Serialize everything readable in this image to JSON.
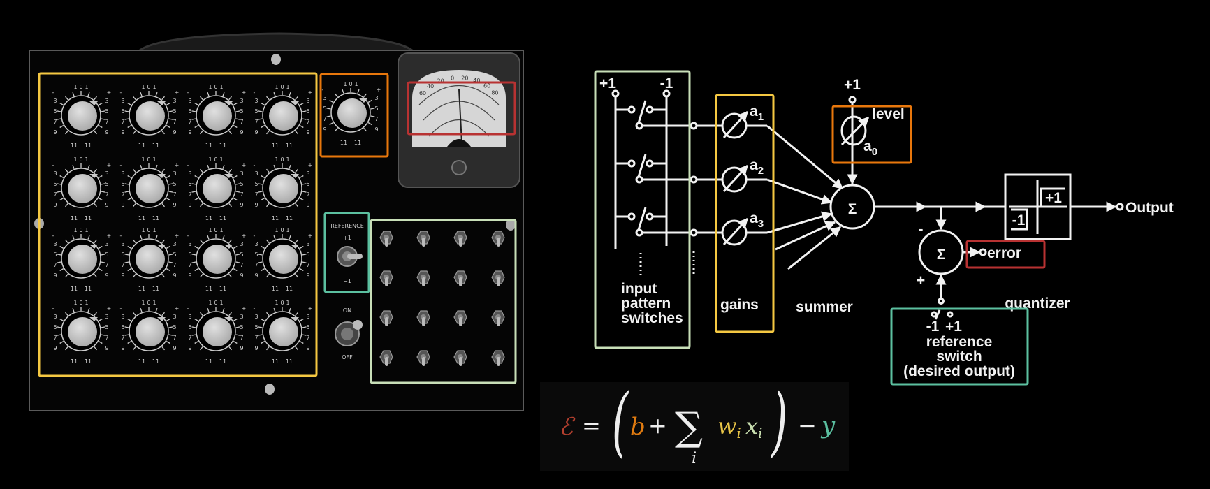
{
  "colors": {
    "weights_box": "#f5c842",
    "bias_box": "#e8770c",
    "error_box": "#b83232",
    "reference_box": "#5cc0a0",
    "inputs_box": "#c8dfb8"
  },
  "photo": {
    "reference_label": "REFERENCE",
    "ref_plus": "+1",
    "ref_minus": "−1",
    "on_label": "ON",
    "off_label": "OFF",
    "meter_scale": [
      "60",
      "40",
      "20",
      "0",
      "20",
      "40",
      "60",
      "80"
    ],
    "dial_labels": {
      "top": [
        "1",
        "0",
        "1"
      ],
      "sides": [
        "3",
        "5",
        "7",
        "9"
      ],
      "bottom": [
        "11",
        "11"
      ],
      "minus": "-",
      "plus": "+"
    }
  },
  "diagram": {
    "plus_one": "+1",
    "minus_one": "-1",
    "gains": [
      {
        "a": "a",
        "sub": "1"
      },
      {
        "a": "a",
        "sub": "2"
      },
      {
        "a": "a",
        "sub": "3"
      }
    ],
    "bias_input": "+1",
    "level": "level",
    "bias_gain": {
      "a": "a",
      "sub": "0"
    },
    "sigma": "Σ",
    "minus_sign": "-",
    "plus_sign": "+",
    "quantizer_plus": "+1",
    "quantizer_minus": "-1",
    "output": "Output",
    "error": "error",
    "summer": "summer",
    "quantizer": "quantizer",
    "input_label": [
      "input",
      "pattern",
      "switches"
    ],
    "gains_label": "gains",
    "ref_switch_minus": "-1",
    "ref_switch_plus": "+1",
    "reference_label": [
      "reference",
      "switch",
      "(desired output)"
    ]
  },
  "equation": {
    "error": "ℰ",
    "equals": "=",
    "lparen": "(",
    "bias": "b",
    "plus": "+",
    "sum": "∑",
    "sum_index": "i",
    "weight": "w",
    "weight_sub": "i",
    "input": "x",
    "input_sub": "i",
    "rparen": ")",
    "minus": "−",
    "target": "y"
  }
}
